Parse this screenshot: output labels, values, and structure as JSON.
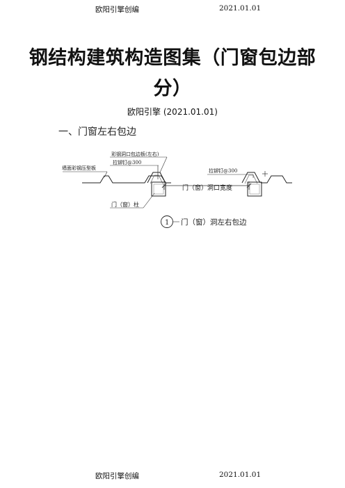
{
  "header": {
    "author": "欧阳引擎创编",
    "date": "2021.01.01"
  },
  "footer": {
    "author": "欧阳引擎创编",
    "date": "2021.01.01"
  },
  "document": {
    "title": "钢结构建筑构造图集（门窗包边部分）",
    "author_line": "欧阳引擎 (2021.01.01)",
    "section_heading": "一、门窗左右包边"
  },
  "figure": {
    "label_wall_panel": "墙面彩钢压型板",
    "label_trim_board": "彩钢洞口包边板(左右)",
    "label_rivet_left": "拉铆钉@300",
    "label_rivet_right": "拉铆钉@300",
    "label_opening_width": "门（窗）洞口宽度",
    "label_column": "门（窗）柱",
    "detail_number": "1",
    "detail_caption": "门（窗）洞左右包边"
  }
}
